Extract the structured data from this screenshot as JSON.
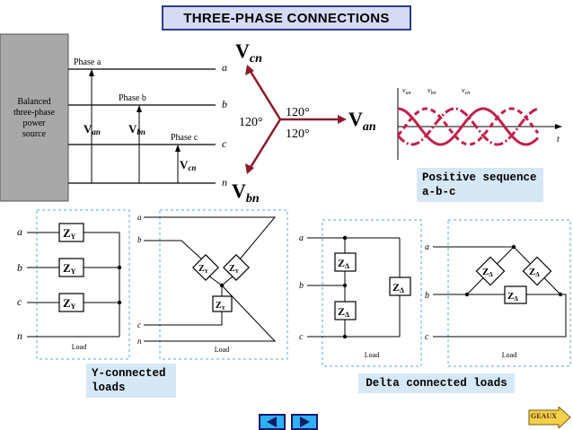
{
  "title": "THREE-PHASE CONNECTIONS",
  "source": {
    "lines": [
      "Balanced",
      "three-phase",
      "power",
      "source"
    ]
  },
  "phases": {
    "a_label": "Phase a",
    "b_label": "Phase b",
    "c_label": "Phase c",
    "a": "a",
    "b": "b",
    "c": "c",
    "n": "n",
    "van": "V",
    "van_sub": "an",
    "vbn": "V",
    "vbn_sub": "bn",
    "vcn": "V",
    "vcn_sub": "cn"
  },
  "phasor": {
    "vcn": "V",
    "vcn_sub": "cn",
    "van": "V",
    "van_sub": "an",
    "vbn": "V",
    "vbn_sub": "bn",
    "angle1": "120°",
    "angle2": "120°",
    "angle3": "120°"
  },
  "waveform": {
    "l1": "v",
    "l1_sub": "an",
    "l2": "v",
    "l2_sub": "bn",
    "l3": "v",
    "l3_sub": "cn",
    "t": "t"
  },
  "positive_sequence": [
    "Positive sequence",
    "a-b-c"
  ],
  "y_connected": {
    "a": "a",
    "b": "b",
    "c": "c",
    "n": "n",
    "z": "Z",
    "z_sub": "Y",
    "load": "Load",
    "caption": [
      "Y-connected",
      "loads"
    ]
  },
  "y_star": {
    "a": "a",
    "b": "b",
    "c": "c",
    "n": "n",
    "z": "Z",
    "z_sub": "Y",
    "load": "Load"
  },
  "delta_connected": {
    "a": "a",
    "b": "b",
    "c": "c",
    "z": "Z",
    "z_sub": "Δ",
    "load": "Load",
    "caption": "Delta connected loads"
  },
  "delta_tri": {
    "a": "a",
    "b": "b",
    "c": "c",
    "z": "Z",
    "z_sub": "Δ",
    "load": "Load"
  },
  "nav": {
    "geaux": "GEAUX"
  },
  "colors": {
    "phasor": "#8b1a2b",
    "wave": "#c0204b",
    "source_box": "#a8a8a8",
    "dash_border": "#5aa9d6"
  }
}
